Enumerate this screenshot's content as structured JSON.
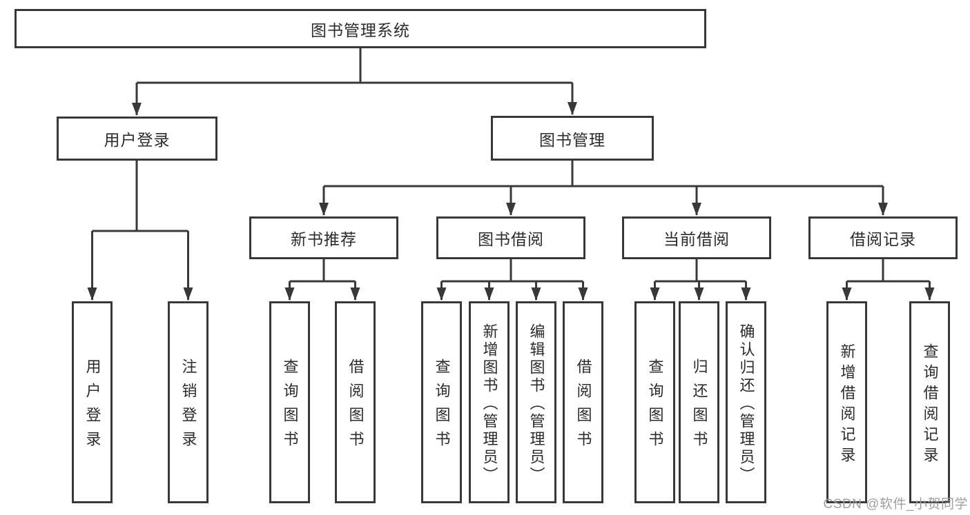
{
  "diagram_title": "图书管理系统",
  "colors": {
    "line": "#383838",
    "box_border": "#383838",
    "box_fill": "#ffffff",
    "text": "#2b2b2b",
    "watermark": "#9e9e9e",
    "background": "#ffffff"
  },
  "root": {
    "label": "图书管理系统"
  },
  "branches": {
    "user_login": {
      "label": "用户登录"
    },
    "book_mgmt": {
      "label": "图书管理"
    }
  },
  "modules": {
    "new_book": {
      "label": "新书推荐"
    },
    "borrow": {
      "label": "图书借阅"
    },
    "current": {
      "label": "当前借阅"
    },
    "records": {
      "label": "借阅记录"
    }
  },
  "leaves": {
    "login": {
      "label": "用户登录"
    },
    "logout": {
      "label": "注销登录"
    },
    "nb_query": {
      "label": "查询图书"
    },
    "nb_borrow": {
      "label": "借阅图书"
    },
    "bw_query": {
      "label": "查询图书"
    },
    "bw_add": {
      "label": "新增图书（管理员）"
    },
    "bw_edit": {
      "label": "编辑图书（管理员）"
    },
    "bw_borrow": {
      "label": "借阅图书"
    },
    "cur_query": {
      "label": "查询图书"
    },
    "cur_return": {
      "label": "归还图书"
    },
    "cur_confirm": {
      "label": "确认归还（管理员）"
    },
    "rec_add": {
      "label": "新增借阅记录"
    },
    "rec_query": {
      "label": "查询借阅记录"
    }
  },
  "watermark": "CSDN @软件_小贺同学"
}
